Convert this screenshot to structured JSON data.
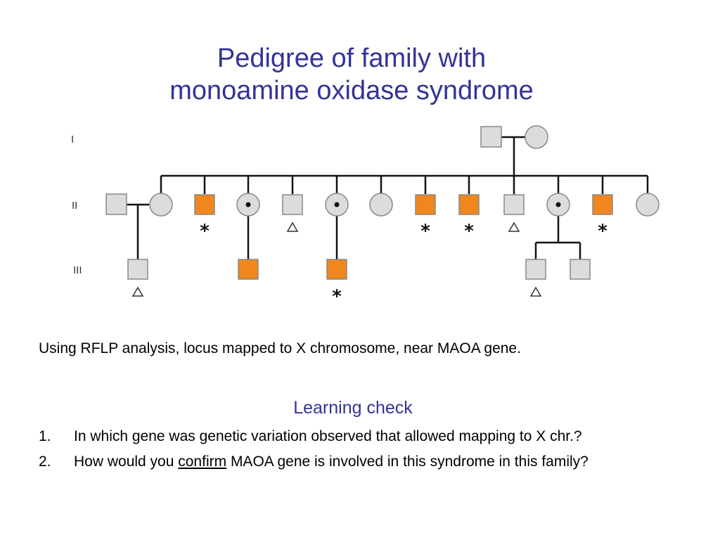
{
  "title": {
    "line1": "Pedigree of family with",
    "line2": "monoamine oxidase syndrome"
  },
  "pedigree": {
    "generation_labels": [
      "I",
      "II",
      "III"
    ],
    "colors": {
      "affected_fill": "#f0871e",
      "unaffected_fill": "#dcdcdc",
      "outline": "#888888",
      "line": "#111111"
    },
    "legend_meaning": {
      "square": "male",
      "circle": "female",
      "orange": "affected",
      "dot": "carrier",
      "star": "marked",
      "triangle": "marked"
    },
    "generation_I": [
      {
        "sex": "male",
        "affected": false
      },
      {
        "sex": "female",
        "affected": false
      }
    ],
    "generation_II": [
      {
        "sex": "male",
        "affected": false,
        "spouse": true,
        "marker": ""
      },
      {
        "sex": "female",
        "affected": false,
        "carrier": false,
        "marker": ""
      },
      {
        "sex": "male",
        "affected": true,
        "marker": "star"
      },
      {
        "sex": "female",
        "affected": false,
        "carrier": true,
        "marker": ""
      },
      {
        "sex": "male",
        "affected": false,
        "marker": "triangle"
      },
      {
        "sex": "female",
        "affected": false,
        "carrier": true,
        "marker": ""
      },
      {
        "sex": "female",
        "affected": false,
        "carrier": false,
        "marker": ""
      },
      {
        "sex": "male",
        "affected": true,
        "marker": "star"
      },
      {
        "sex": "male",
        "affected": true,
        "marker": "star"
      },
      {
        "sex": "male",
        "affected": false,
        "marker": "triangle"
      },
      {
        "sex": "female",
        "affected": false,
        "carrier": true,
        "marker": ""
      },
      {
        "sex": "male",
        "affected": true,
        "marker": "star"
      },
      {
        "sex": "female",
        "affected": false,
        "carrier": false,
        "marker": ""
      }
    ],
    "generation_III": [
      {
        "sex": "male",
        "affected": false,
        "parent": "II-1",
        "marker": "triangle"
      },
      {
        "sex": "male",
        "affected": true,
        "parent": "II-3",
        "marker": ""
      },
      {
        "sex": "male",
        "affected": true,
        "parent": "II-5",
        "marker": "star"
      },
      {
        "sex": "male",
        "affected": false,
        "parent": "II-10",
        "marker": "triangle"
      },
      {
        "sex": "male",
        "affected": false,
        "parent": "II-10",
        "marker": ""
      }
    ],
    "star_symbol": "*"
  },
  "summary_text": "Using RFLP analysis, locus mapped to X chromosome, near MAOA gene.",
  "learning_check": {
    "heading": "Learning check",
    "questions": [
      {
        "number": "1.",
        "text": "In which gene was genetic variation observed that allowed mapping to X chr.?"
      },
      {
        "number": "2.",
        "before": "How would you ",
        "emphasis": "confirm",
        "after": " MAOA gene is involved in this syndrome in this family?"
      }
    ]
  }
}
